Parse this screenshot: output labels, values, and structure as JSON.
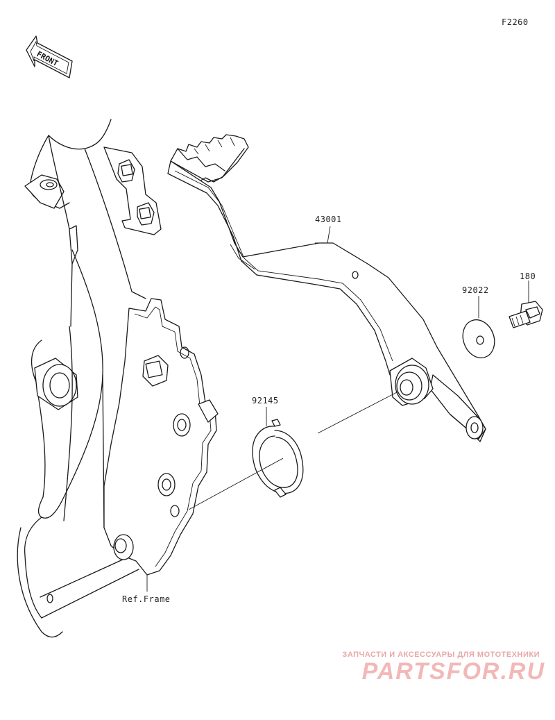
{
  "figure_code": "F2260",
  "front_badge": "FRONT",
  "parts": [
    {
      "part_no": "43001",
      "icon": "brake-pedal-icon"
    },
    {
      "part_no": "92022",
      "icon": "washer-icon"
    },
    {
      "part_no": "180",
      "icon": "bolt-icon"
    },
    {
      "part_no": "92145",
      "icon": "spring-icon"
    }
  ],
  "reference": "Ref.Frame",
  "watermark": {
    "tagline": "ЗАПЧАСТИ И АКСЕССУАРЫ ДЛЯ МОТОТЕХНИКИ",
    "brand": "PARTSFOR.RU",
    "color": "#f2b8b8"
  }
}
